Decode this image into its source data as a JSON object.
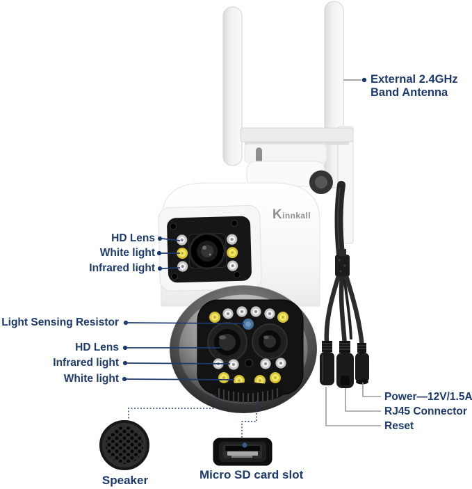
{
  "product": {
    "brand": "Kinnkall"
  },
  "colors": {
    "label_text": "#1c3a6e",
    "callout_line_navy": "#1c3a6e",
    "callout_line_gray": "#9b9b9b",
    "body_white": "#fbfbfb",
    "face_black": "#151515",
    "led_yellow": "#e8dc4a",
    "light_sensor_blue": "#48739c"
  },
  "callouts": {
    "antenna": {
      "line1": "External 2.4GHz",
      "line2": "Band Antenna"
    },
    "front_module": [
      {
        "label": "HD Lens"
      },
      {
        "label": "White light"
      },
      {
        "label": "Infrared light"
      }
    ],
    "ptz_module": [
      {
        "label": "Light Sensing Resistor"
      },
      {
        "label": "HD Lens"
      },
      {
        "label": "Infrared light"
      },
      {
        "label": "White light"
      }
    ],
    "cables": [
      {
        "label": "Power—12V/1.5A"
      },
      {
        "label": "RJ45 Connector"
      },
      {
        "label": "Reset"
      }
    ],
    "details": {
      "speaker": "Speaker",
      "sd_slot": "Micro SD card slot"
    }
  }
}
